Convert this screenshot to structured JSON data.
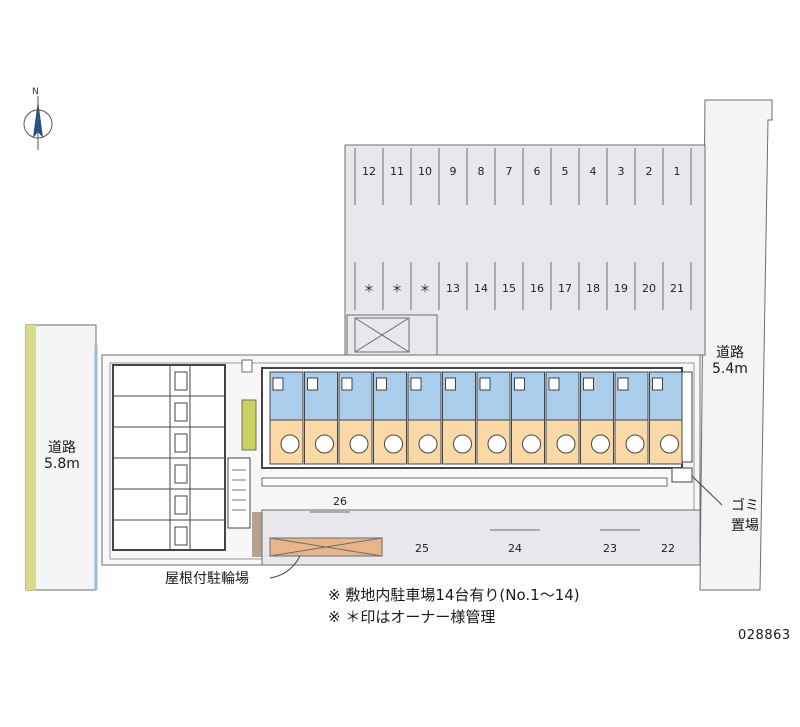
{
  "compass": {
    "north_label": "N"
  },
  "roads": {
    "left": {
      "line1": "道路",
      "line2": "5.8m"
    },
    "right": {
      "line1": "道路",
      "line2": "5.4m"
    }
  },
  "facilities": {
    "garbage": {
      "line1": "ゴミ",
      "line2": "置場"
    },
    "bicycle": "屋根付駐輪場"
  },
  "parking": {
    "top_row": [
      "12",
      "11",
      "10",
      "9",
      "8",
      "7",
      "6",
      "5",
      "4",
      "3",
      "2",
      "1"
    ],
    "bottom_row": [
      "＊",
      "＊",
      "＊",
      "13",
      "14",
      "15",
      "16",
      "17",
      "18",
      "19",
      "20",
      "21"
    ],
    "lower_lot": {
      "slot_26": "26",
      "slot_25": "25",
      "slot_24": "24",
      "slot_23": "23",
      "slot_22": "22"
    }
  },
  "notes": {
    "line1": "※ 敷地内駐車場14台有り(No.1～14)",
    "line2": "※ ＊印はオーナー様管理"
  },
  "property_code": "028863",
  "colors": {
    "lot": "#e8e8ec",
    "line": "#6e6e6e",
    "room": "#fbd9a6",
    "bath": "#a9cdeb",
    "green": "#c9d35d",
    "shed": "#e7b58a",
    "road": "#f3f3f3"
  }
}
